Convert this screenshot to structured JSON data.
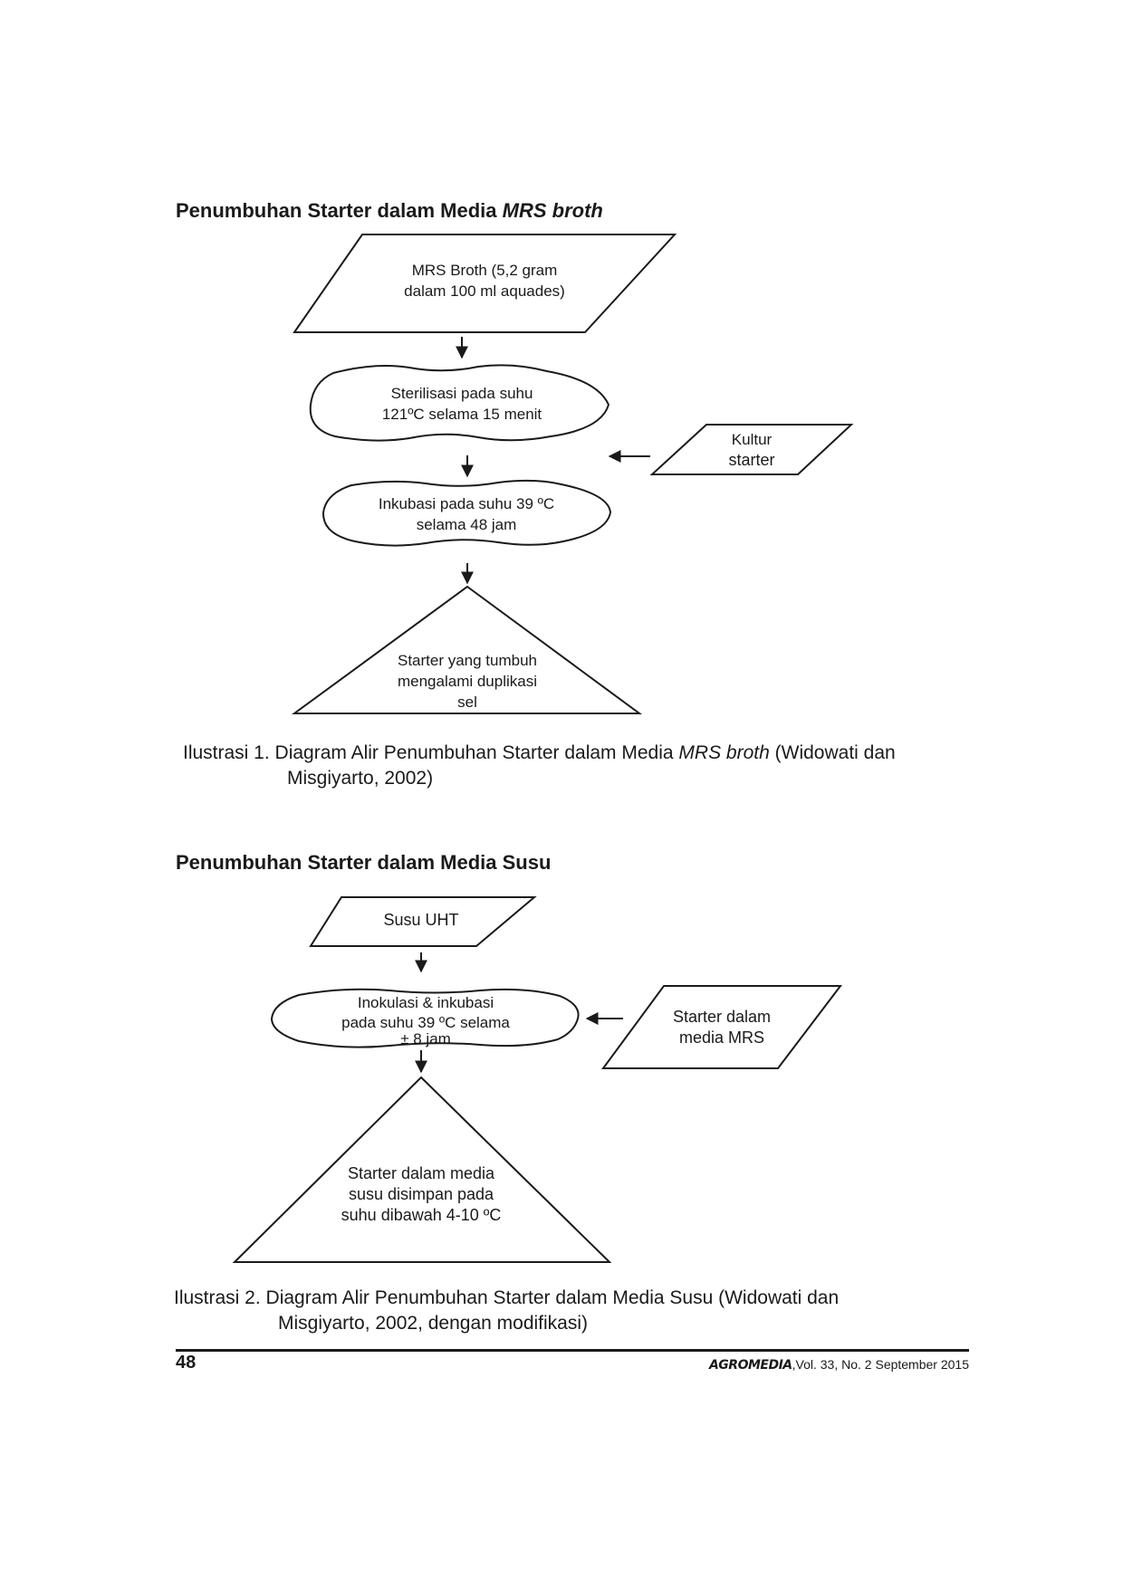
{
  "section1": {
    "heading": "Penumbuhan Starter dalam Media ",
    "heading_italic": "MRS broth",
    "step1_line1": "MRS Broth (5,2 gram",
    "step1_line2": "dalam 100 ml aquades)",
    "step2_line1": "Sterilisasi pada suhu",
    "step2_line2": "121ºC selama 15 menit",
    "input_line1": "Kultur",
    "input_line2": "starter",
    "step3_line1": "Inkubasi pada suhu 39 ºC",
    "step3_line2": "selama 48 jam",
    "result_line1": "Starter yang tumbuh",
    "result_line2": "mengalami duplikasi",
    "result_line3": "sel",
    "caption_line1_a": "Ilustrasi 1. Diagram Alir Penumbuhan Starter dalam Media ",
    "caption_line1_italic": "MRS broth",
    "caption_line1_b": " (Widowati dan",
    "caption_line2": "Misgiyarto, 2002)"
  },
  "section2": {
    "heading": "Penumbuhan Starter dalam Media Susu",
    "step1": "Susu UHT",
    "step2_line1": "Inokulasi & inkubasi",
    "step2_line2": "pada suhu 39 ºC selama",
    "step2_line3": "± 8 jam",
    "input_line1": "Starter dalam",
    "input_line2": "media MRS",
    "result_line1": "Starter dalam media",
    "result_line2": "susu disimpan pada",
    "result_line3": "suhu dibawah 4-10 ºC",
    "caption_line1": "Ilustrasi 2. Diagram Alir Penumbuhan Starter dalam Media Susu (Widowati dan",
    "caption_line2": "Misgiyarto, 2002, dengan modifikasi)"
  },
  "footer": {
    "page_number": "48",
    "journal_logo": "AGROMEDIA",
    "citation": ",Vol. 33, No. 2 September 2015"
  }
}
